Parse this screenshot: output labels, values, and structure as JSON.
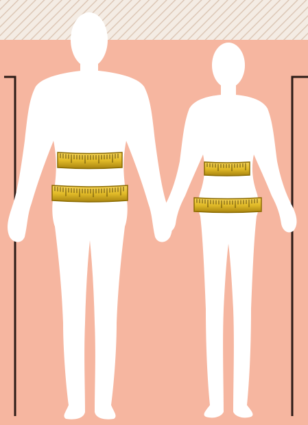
{
  "colors": {
    "wall": "#f6b6a0",
    "ceiling_base": "#f4ece4",
    "ceiling_hatch": "#dcc7b6",
    "frame": "#2b1b16",
    "silhouette": "#ffffff",
    "tape": "#e2bb28",
    "tape_dark": "#8a6a00",
    "tape_tick": "#3a2a00"
  },
  "figures": [
    {
      "name": "male-silhouette",
      "measurements": [
        "waist",
        "hips"
      ]
    },
    {
      "name": "female-silhouette",
      "measurements": [
        "waist",
        "hips"
      ]
    }
  ],
  "icons": [
    "tape-measure-icon"
  ]
}
